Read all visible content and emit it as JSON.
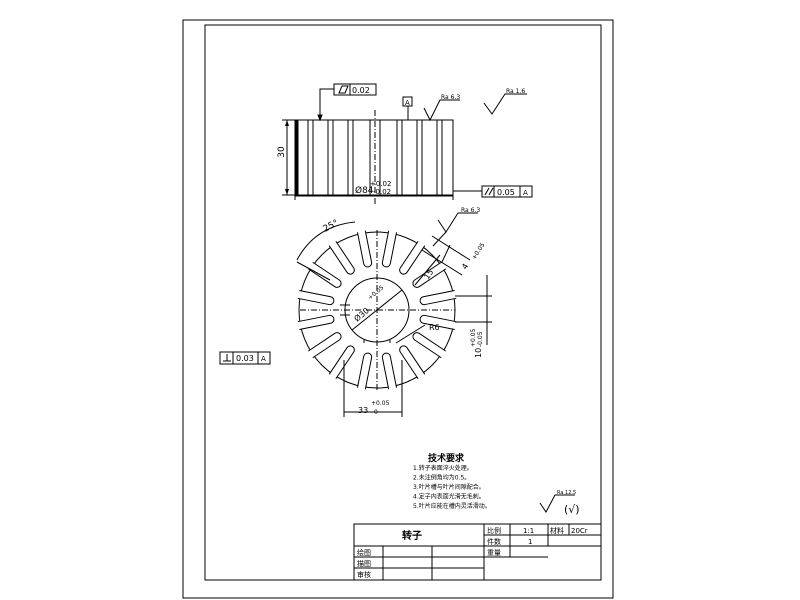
{
  "top_view": {
    "flatness_value": "0.02",
    "dim_height": "30",
    "dim_diameter_main": "Ø84",
    "dim_diameter_upper": "+0.02",
    "dim_diameter_lower": "-0.02",
    "roughness_1": "Ra 6.3",
    "roughness_general": "Ra 1.6",
    "parallelism_value": "0.05"
  },
  "front_view": {
    "roughness_slot": "Ra 6.3",
    "dim_angle": "25°",
    "dim_slot_width": "4",
    "dim_slot_width_tol": "+0.05",
    "dim_slot_depth": "15",
    "dim_bore_main": "Ø30",
    "dim_bore_tol": "+0.05",
    "dim_radius": "R6",
    "dim_key_main": "10",
    "dim_key_upper": "+0.05",
    "dim_key_lower": "-0.05",
    "dim_33_main": "33",
    "dim_33_upper": "+0.05",
    "dim_33_lower": "0",
    "perpendicularity_value": "0.03"
  },
  "technical_requirements": {
    "title": "技术要求",
    "items": [
      "1.转子表面淬火处理。",
      "2.未注倒角均为0.5。",
      "3.叶片槽与叶片间隙配合。",
      "4.定子内表面光滑无毛刺。",
      "5.叶片应能在槽内灵活滑动。"
    ]
  },
  "other_roughness": {
    "mark": "Ra 12.5",
    "bracket": "(√)"
  },
  "title_block": {
    "part_name": "转子",
    "scale_label": "比例",
    "scale_value": "1:1",
    "material_label": "材料",
    "material_value": "20Cr",
    "qty_label": "件数",
    "qty_value": "1",
    "weight_label": "重量",
    "drawn_label": "绘图",
    "design_label": "描图",
    "check_label": "审核"
  }
}
